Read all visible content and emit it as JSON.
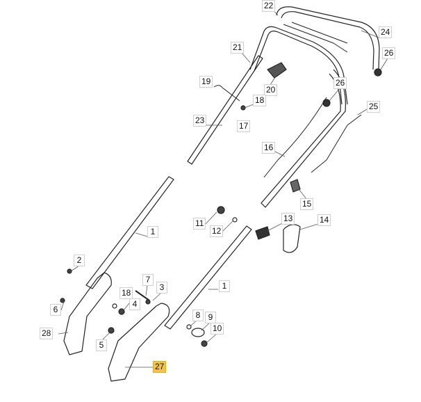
{
  "diagram": {
    "callouts": [
      "22",
      "24",
      "26",
      "21",
      "20",
      "19",
      "18",
      "17",
      "26",
      "25",
      "23",
      "16",
      "15",
      "14",
      "13",
      "11",
      "12",
      "1",
      "2",
      "7",
      "3",
      "18",
      "4",
      "6",
      "1",
      "8",
      "9",
      "10",
      "28",
      "5",
      "27"
    ],
    "highlighted_callout": "27",
    "highlight_color": "#f5c542"
  }
}
